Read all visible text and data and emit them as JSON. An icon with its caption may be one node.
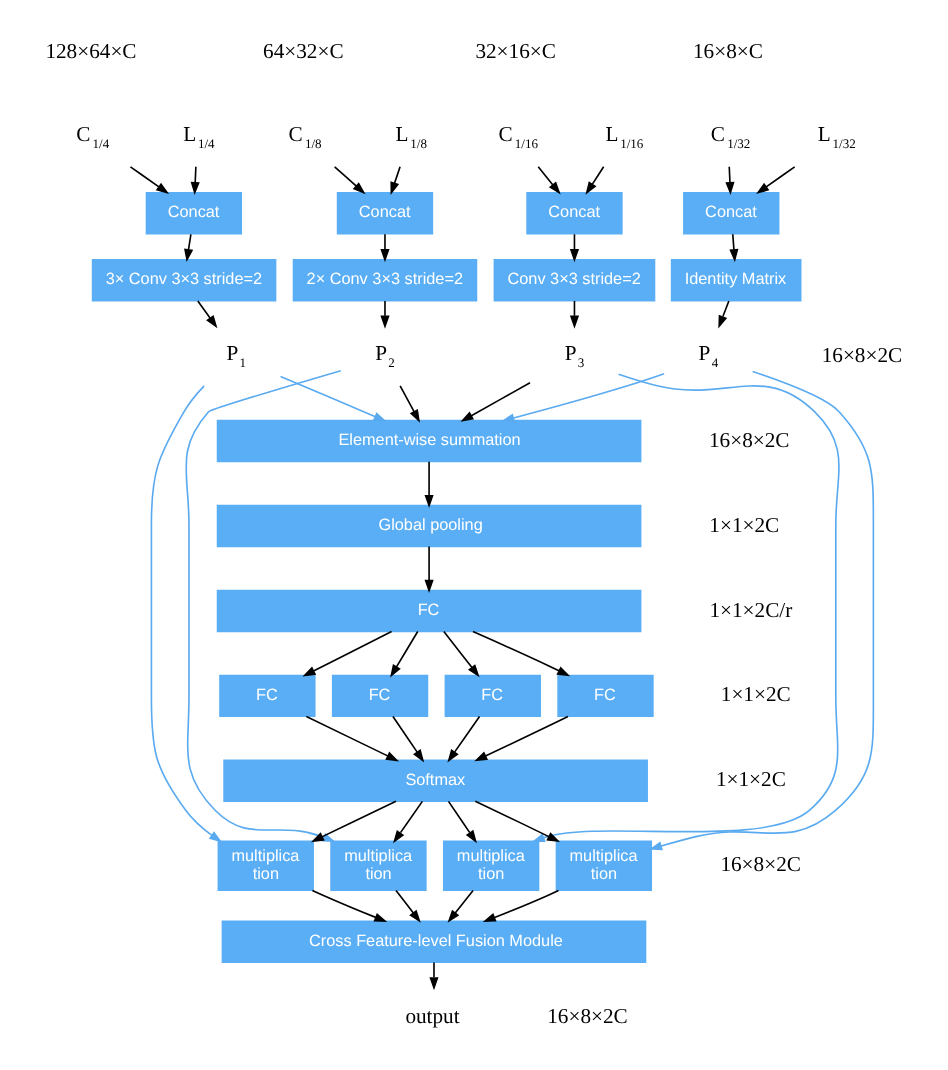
{
  "diagram": {
    "nodes": [
      {
        "text": [
          "C$_{1/4}$"
        ]
      },
      {
        "text": [
          "L$_{1/4}$"
        ]
      },
      {
        "text": [
          "C$_{1/8}$"
        ]
      },
      {
        "text": [
          "L$_{1/8}$"
        ]
      },
      {
        "text": [
          "C$_{1/16}$"
        ]
      },
      {
        "text": [
          "L$_{1/16}$"
        ]
      },
      {
        "text": [
          "C$_{1/32}$"
        ]
      },
      {
        "text": [
          "L$_{1/32}$"
        ]
      },
      {
        "text": [
          "Concat"
        ]
      },
      {
        "text": [
          "Concat"
        ]
      },
      {
        "text": [
          "Concat"
        ]
      },
      {
        "text": [
          "Concat"
        ]
      },
      {
        "text": [
          "3× Conv 3×3 stride=2"
        ]
      },
      {
        "text": [
          "2× Conv 3×3 stride=2"
        ]
      },
      {
        "text": [
          "Conv 3×3 stride=2"
        ]
      },
      {
        "text": [
          "Identity Matrix"
        ]
      },
      {
        "text": [
          "P$_{1}$"
        ]
      },
      {
        "text": [
          "P$_{2}$"
        ]
      },
      {
        "text": [
          "P$_{3}$"
        ]
      },
      {
        "text": [
          "P$_{4}$"
        ]
      },
      {
        "text": [
          "Element-wise summation"
        ]
      },
      {
        "text": [
          "Global pooling"
        ]
      },
      {
        "text": [
          "FC"
        ]
      },
      {
        "text": [
          "FC"
        ]
      },
      {
        "text": [
          "FC"
        ]
      },
      {
        "text": [
          "FC"
        ]
      },
      {
        "text": [
          "FC"
        ]
      },
      {
        "text": [
          "Softmax"
        ]
      },
      {
        "text": [
          "multiplica tion"
        ]
      },
      {
        "text": [
          "multiplica tion"
        ]
      },
      {
        "text": [
          "multiplica tion"
        ]
      },
      {
        "text": [
          "multiplica tion"
        ]
      },
      {
        "text": [
          "Cross Feature-level Fusion Module"
        ]
      },
      {
        "text": [
          "output"
        ]
      }
    ],
    "edges": [
      {
        "from": 0,
        "to": 8,
        "arrow": "to"
      },
      {
        "from": 1,
        "to": 8,
        "arrow": "to"
      },
      {
        "from": 2,
        "to": 9,
        "arrow": "to"
      },
      {
        "from": 3,
        "to": 9,
        "arrow": "to"
      },
      {
        "from": 4,
        "to": 10,
        "arrow": "to"
      },
      {
        "from": 5,
        "to": 10,
        "arrow": "to"
      },
      {
        "from": 6,
        "to": 11,
        "arrow": "to"
      },
      {
        "from": 7,
        "to": 11,
        "arrow": "to"
      },
      {
        "from": 8,
        "to": 12,
        "arrow": "to"
      },
      {
        "from": 9,
        "to": 13,
        "arrow": "to"
      },
      {
        "from": 10,
        "to": 14,
        "arrow": "to"
      },
      {
        "from": 11,
        "to": 15,
        "arrow": "to"
      },
      {
        "from": 12,
        "to": 16,
        "arrow": "to"
      },
      {
        "from": 13,
        "to": 17,
        "arrow": "to"
      },
      {
        "from": 14,
        "to": 18,
        "arrow": "to"
      },
      {
        "from": 15,
        "to": 19,
        "arrow": "to"
      },
      {
        "from": 16,
        "to": 20,
        "arrow": "to",
        "color": "#5aaaf0"
      },
      {
        "from": 17,
        "to": 20,
        "arrow": "to"
      },
      {
        "from": 18,
        "to": 20,
        "arrow": "to"
      },
      {
        "from": 19,
        "to": 20,
        "arrow": "to",
        "color": "#5aaaf0"
      },
      {
        "from": 20,
        "to": 21,
        "arrow": "to"
      },
      {
        "from": 21,
        "to": 22,
        "arrow": "to"
      },
      {
        "from": 22,
        "to": 23,
        "arrow": "to"
      },
      {
        "from": 22,
        "to": 24,
        "arrow": "to"
      },
      {
        "from": 22,
        "to": 25,
        "arrow": "to"
      },
      {
        "from": 22,
        "to": 26,
        "arrow": "to"
      },
      {
        "from": 23,
        "to": 27,
        "arrow": "to"
      },
      {
        "from": 24,
        "to": 27,
        "arrow": "to"
      },
      {
        "from": 25,
        "to": 27,
        "arrow": "to"
      },
      {
        "from": 26,
        "to": 27,
        "arrow": "to"
      },
      {
        "from": 27,
        "to": 28,
        "arrow": "to"
      },
      {
        "from": 27,
        "to": 29,
        "arrow": "to"
      },
      {
        "from": 27,
        "to": 30,
        "arrow": "to"
      },
      {
        "from": 27,
        "to": 31,
        "arrow": "to"
      },
      {
        "from": 16,
        "to": 28,
        "arrow": "to",
        "color": "#5aaaf0"
      },
      {
        "from": 17,
        "to": 29,
        "arrow": "to",
        "color": "#5aaaf0"
      },
      {
        "from": 18,
        "to": 30,
        "arrow": "to",
        "color": "#5aaaf0"
      },
      {
        "from": 19,
        "to": 31,
        "arrow": "to",
        "color": "#5aaaf0"
      },
      {
        "from": 28,
        "to": 32,
        "arrow": "to"
      },
      {
        "from": 29,
        "to": 32,
        "arrow": "to"
      },
      {
        "from": 30,
        "to": 32,
        "arrow": "to"
      },
      {
        "from": 31,
        "to": 32,
        "arrow": "to"
      },
      {
        "from": 32,
        "to": 33,
        "arrow": "to"
      }
    ],
    "labels": [
      "128×64×C",
      "64×32×C",
      "32×16×C",
      "16×8×C",
      "16×8×2C",
      "16×8×2C",
      "1×1×2C",
      "1×1×2C/r",
      "1×1×2C",
      "1×1×2C",
      "16×8×2C",
      "16×8×2C"
    ]
  }
}
